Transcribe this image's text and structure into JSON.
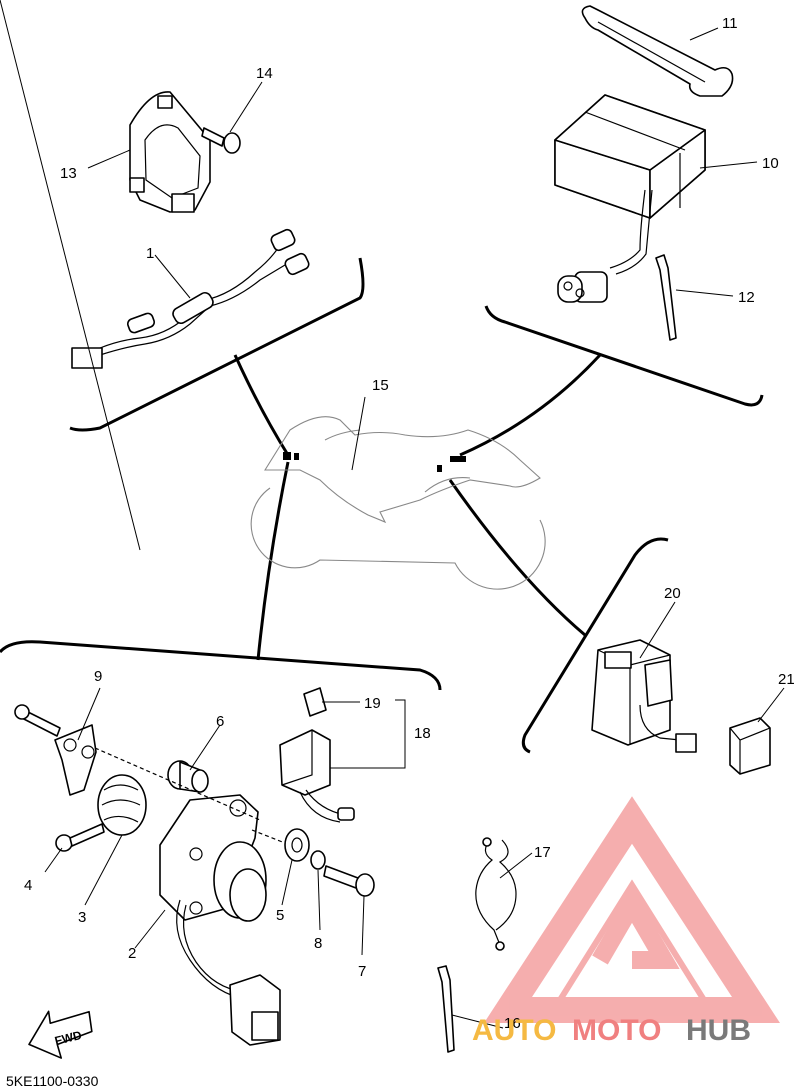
{
  "diagram_code": "5KE1100-0330",
  "fwd_label": "FWD",
  "callouts": {
    "c1": "1",
    "c2": "2",
    "c3": "3",
    "c4": "4",
    "c5": "5",
    "c6": "6",
    "c7": "7",
    "c8": "8",
    "c9": "9",
    "c10": "10",
    "c11": "11",
    "c12": "12",
    "c13": "13",
    "c14": "14",
    "c15": "15",
    "c16": "16",
    "c17": "17",
    "c18": "18",
    "c19": "19",
    "c20": "20",
    "c21": "21"
  },
  "watermark": {
    "text_auto": "AUTO",
    "text_moto": "MOTO",
    "text_hub": "HUB",
    "colors": {
      "logo": "#f08080",
      "auto": "#f5b942",
      "moto": "#f08080",
      "hub": "#7a7a7a"
    }
  }
}
